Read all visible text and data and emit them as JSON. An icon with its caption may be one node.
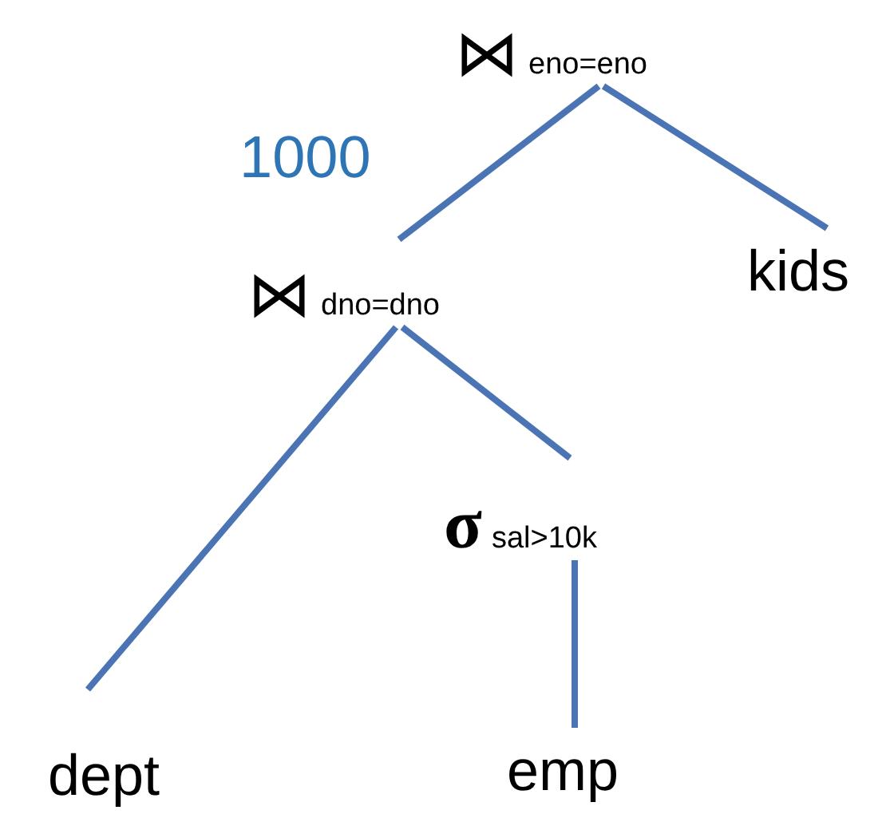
{
  "diagram": {
    "nodes": [
      {
        "text": [
          "⋈",
          "eno=eno"
        ]
      },
      {
        "text": [
          "⋈",
          "dno=dno"
        ]
      },
      {
        "text": [
          "kids"
        ]
      },
      {
        "text": [
          "σ",
          "sal>10k"
        ]
      },
      {
        "text": [
          "dept"
        ]
      },
      {
        "text": [
          "emp"
        ]
      }
    ],
    "edges": [
      {
        "from": 0,
        "to": 1,
        "arrow": "none",
        "label": "1000"
      },
      {
        "from": 0,
        "to": 2,
        "arrow": "none"
      },
      {
        "from": 1,
        "to": 4,
        "arrow": "none"
      },
      {
        "from": 1,
        "to": 3,
        "arrow": "none"
      },
      {
        "from": 3,
        "to": 5,
        "arrow": "none"
      }
    ]
  }
}
